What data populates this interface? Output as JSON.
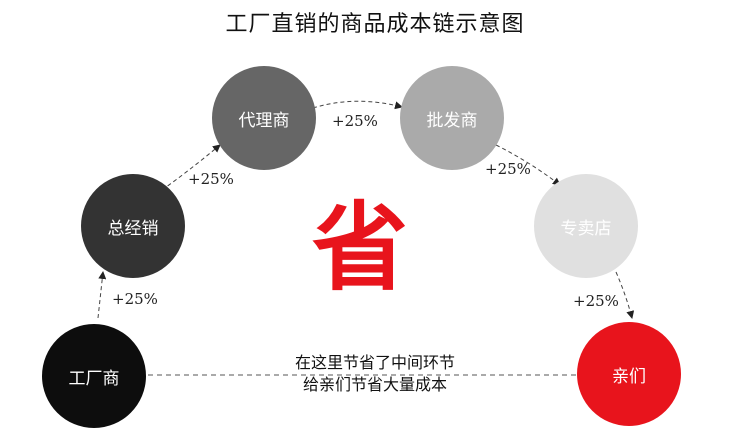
{
  "title": "工厂直销的商品成本链示意图",
  "nodes": [
    {
      "label": "工厂商",
      "color": "#0d0d0d"
    },
    {
      "label": "总经销",
      "color": "#333333"
    },
    {
      "label": "代理商",
      "color": "#666666"
    },
    {
      "label": "批发商",
      "color": "#aaaaaa"
    },
    {
      "label": "专卖店",
      "color": "#e0e0e0"
    },
    {
      "label": "亲们",
      "color": "#e8141c"
    }
  ],
  "markups": [
    "+25%",
    "+25%",
    "+25%",
    "+25%",
    "+25%"
  ],
  "center_char": "省",
  "center_color": "#e8141c",
  "note_lines": [
    "在这里节省了中间环节",
    "给亲们节省大量成本"
  ]
}
